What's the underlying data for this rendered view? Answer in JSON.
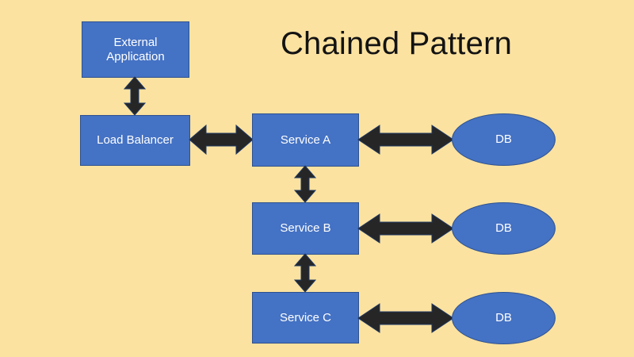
{
  "diagram": {
    "title": "Chained Pattern",
    "background_color": "#FBE2A0",
    "node_fill_color": "#4472C4",
    "node_border_color": "#2F528F",
    "node_text_color": "#FFFFFF",
    "arrow_color": "#262626",
    "title_color": "#131313",
    "nodes": {
      "external_application": "External Application",
      "load_balancer": "Load Balancer",
      "service_a": "Service A",
      "service_b": "Service B",
      "service_c": "Service C",
      "db_a": "DB",
      "db_b": "DB",
      "db_c": "DB"
    },
    "connections": [
      {
        "from": "External Application",
        "to": "Load Balancer",
        "direction": "bidirectional",
        "orientation": "vertical"
      },
      {
        "from": "Load Balancer",
        "to": "Service A",
        "direction": "bidirectional",
        "orientation": "horizontal"
      },
      {
        "from": "Service A",
        "to": "DB",
        "direction": "bidirectional",
        "orientation": "horizontal"
      },
      {
        "from": "Service A",
        "to": "Service B",
        "direction": "bidirectional",
        "orientation": "vertical"
      },
      {
        "from": "Service B",
        "to": "DB",
        "direction": "bidirectional",
        "orientation": "horizontal"
      },
      {
        "from": "Service B",
        "to": "Service C",
        "direction": "bidirectional",
        "orientation": "vertical"
      },
      {
        "from": "Service C",
        "to": "DB",
        "direction": "bidirectional",
        "orientation": "horizontal"
      }
    ]
  }
}
